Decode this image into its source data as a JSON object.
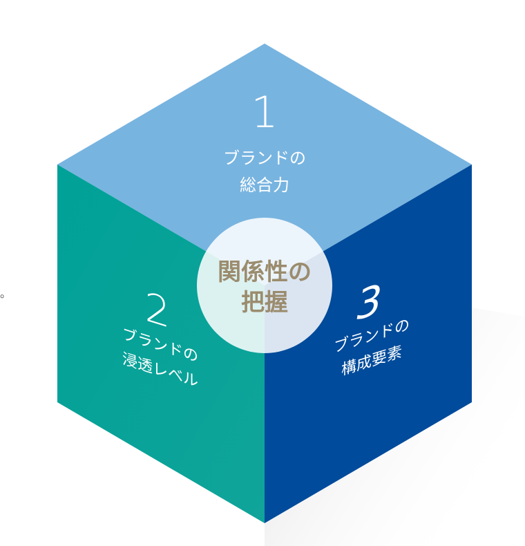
{
  "faces": [
    {
      "id": "top",
      "number": "1",
      "label_lines": [
        "ブランドの",
        "総合力"
      ],
      "color": "#78b4e0"
    },
    {
      "id": "left",
      "number": "2",
      "label_lines": [
        "ブランドの",
        "浸透レベル"
      ],
      "color": "#00a197"
    },
    {
      "id": "right",
      "number": "3",
      "label_lines": [
        "ブランドの",
        "構成要素"
      ],
      "color": "#004b9b"
    }
  ],
  "center": {
    "label_lines": [
      "関係性の",
      "把握"
    ],
    "text_color": "#9b8c6e"
  },
  "stray_mark": "。"
}
